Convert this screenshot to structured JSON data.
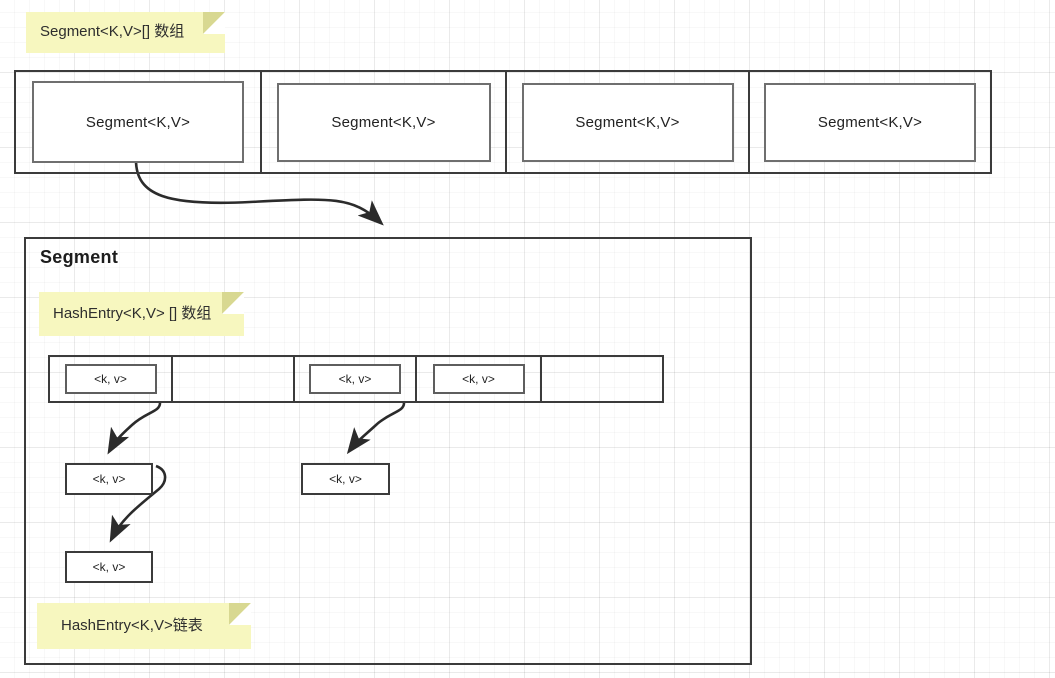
{
  "diagram": {
    "title_note_top": "Segment<K,V>[] 数组",
    "notes": {
      "segment_array": "Segment<K,V>[] 数组",
      "hashentry_array": "HashEntry<K,V> [] 数组",
      "hashentry_list": "HashEntry<K,V>链表"
    },
    "segment_array": {
      "name": "Segment array",
      "cells": [
        {
          "label": "Segment<K,V>",
          "filled": true
        },
        {
          "label": "Segment<K,V>",
          "filled": true
        },
        {
          "label": "Segment<K,V>",
          "filled": true
        },
        {
          "label": "Segment<K,V>",
          "filled": true
        }
      ]
    },
    "segment_detail": {
      "title": "Segment",
      "hashentry_array": {
        "cells": [
          {
            "label": "<k, v>",
            "filled": true
          },
          {
            "label": "",
            "filled": false
          },
          {
            "label": "<k, v>",
            "filled": true
          },
          {
            "label": "<k, v>",
            "filled": true
          },
          {
            "label": "",
            "filled": false
          }
        ]
      },
      "chain_nodes": [
        {
          "id": "node-1",
          "label": "<k, v>"
        },
        {
          "id": "node-2",
          "label": "<k, v>"
        },
        {
          "id": "node-3",
          "label": "<k, v>"
        }
      ]
    },
    "colors": {
      "note_background": "#f7f7bf",
      "note_fold": "#d8d891",
      "outer_border": "#3b3b3b",
      "inner_border": "#6f6f6f",
      "text": "#222222",
      "canvas_background": "#ffffff"
    }
  }
}
